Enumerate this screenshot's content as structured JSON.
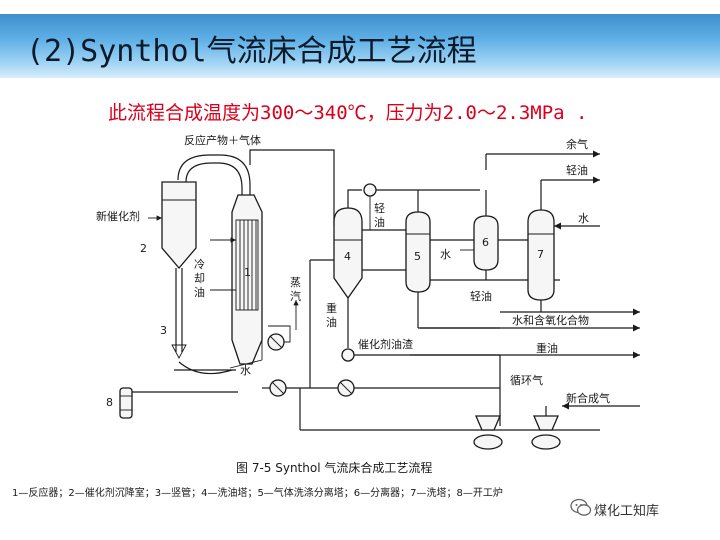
{
  "slide": {
    "title": "(2)Synthol气流床合成工艺流程",
    "subtitle": "此流程合成温度为300～340℃，压力为2.0～2.3MPa ."
  },
  "diagram": {
    "labels": {
      "products": "反应产物＋气体",
      "new_catalyst": "新催化剂",
      "cooling_oil_1": "冷",
      "cooling_oil_2": "却",
      "cooling_oil_3": "油",
      "steam_1": "蒸",
      "steam_2": "汽",
      "water_reactor": "水",
      "light_oil_top_1": "轻",
      "light_oil_top_2": "油",
      "tail_gas": "余气",
      "light_oil_right": "轻油",
      "water_right": "水",
      "water_mid": "水",
      "light_oil_mid": "轻油",
      "heavy_oil_1": "重",
      "heavy_oil_2": "油",
      "catalyst_slurry": "催化剂油渣",
      "water_oxygenates": "水和含氧化合物",
      "heavy_oil_right": "重油",
      "recycle_gas": "循环气",
      "fresh_syngas": "新合成气"
    },
    "numbers": {
      "n1": "1",
      "n2": "2",
      "n3": "3",
      "n4": "4",
      "n5": "5",
      "n6": "6",
      "n7": "7",
      "n8": "8"
    },
    "caption": "图 7-5   Synthol 气流床合成工艺流程",
    "legend": "1—反应器；2—催化剂沉降室；3—竖管；4—洗油塔；5—气体洗涤分离塔；6—分离器；7—洗塔；8—开工炉"
  },
  "watermark": {
    "text": "煤化工知库",
    "icon": "wechat-icon"
  }
}
